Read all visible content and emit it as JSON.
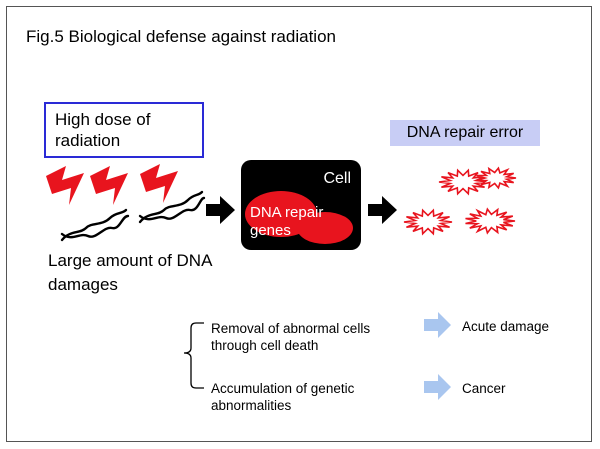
{
  "title": "Fig.5  Biological defense against radiation",
  "input_box": {
    "label": "High dose of radiation"
  },
  "damage_label": "Large amount of DNA damages",
  "cell": {
    "label": "Cell",
    "genes_label": "DNA repair genes"
  },
  "result_label": "DNA repair error",
  "outcomes": [
    {
      "process": "Removal of abnormal cells through cell death",
      "result": "Acute damage"
    },
    {
      "process": "Accumulation of genetic abnormalities",
      "result": "Cancer"
    }
  ],
  "colors": {
    "radiation_bolt": "#e8141e",
    "input_border": "#2a2ad6",
    "cell_background": "#000000",
    "repair_genes": "#e8141e",
    "result_highlight": "#c8cdf5",
    "outcome_arrow": "#a9c6ef"
  },
  "icons": {
    "radiation": "lightning-bolt-icon",
    "dna": "dna-helix-icon",
    "damage": "starburst-icon",
    "flow": "right-arrow-icon"
  }
}
